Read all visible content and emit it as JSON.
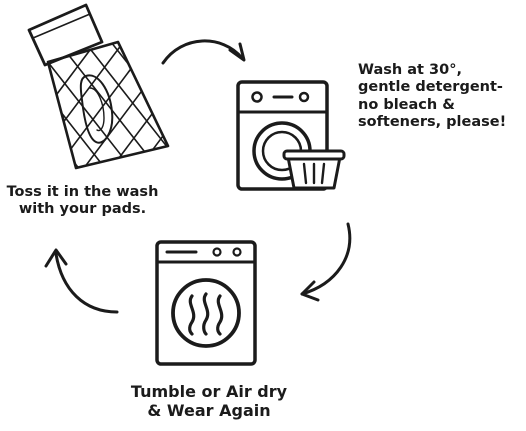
{
  "steps": {
    "toss": {
      "label": "Toss it in the wash\nwith your pads."
    },
    "wash": {
      "label": "Wash at 30°,\ngentle detergent-\nno bleach &\nsofteners, please!"
    },
    "dry": {
      "label": "Tumble or Air dry\n& Wear Again"
    }
  },
  "icons": {
    "bag": "mesh-laundry-bag-icon",
    "washer": "washing-machine-icon",
    "basket": "laundry-basket-icon",
    "dryer": "tumble-dryer-icon"
  },
  "colors": {
    "ink": "#1b1b1b",
    "background": "#ffffff"
  }
}
